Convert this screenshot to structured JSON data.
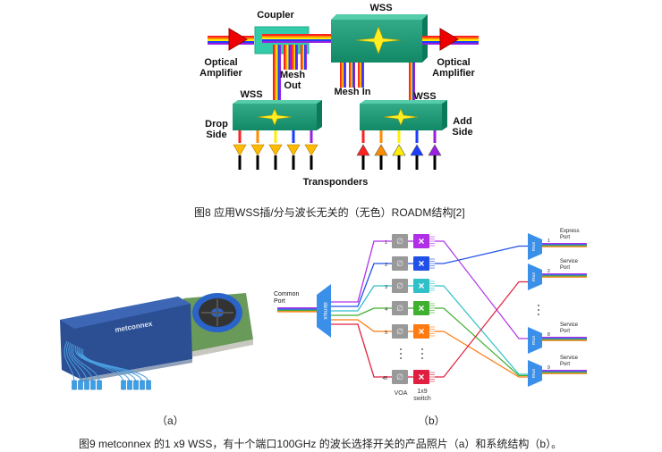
{
  "fig8": {
    "labels": {
      "coupler": "Coupler",
      "wss_top": "WSS",
      "amp_left": "Optical Amplifier",
      "amp_right": "Optical Amplifier",
      "mesh_out": "Mesh Out",
      "mesh_in": "Mesh In",
      "wss_drop": "WSS",
      "wss_add": "WSS",
      "drop_side": "Drop Side",
      "add_side": "Add Side",
      "transponders": "Transponders"
    },
    "channel_colors": [
      "#ff2020",
      "#ff8c00",
      "#ffee00",
      "#1a3cff",
      "#9a20e0"
    ],
    "caption": "图8  应用WSS插/分与波长无关的（无色）ROADM结构[2]"
  },
  "fig9a": {
    "brand": "metconnex",
    "sublabel": "（a）"
  },
  "fig9b": {
    "common_port": "Common Port",
    "demux": "demux",
    "mux": "mux",
    "channels": [
      {
        "num": "1",
        "color": "#b030e8"
      },
      {
        "num": "2",
        "color": "#2050e8"
      },
      {
        "num": "3",
        "color": "#30c0c8"
      },
      {
        "num": "4",
        "color": "#40b030"
      },
      {
        "num": "5",
        "color": "#ff7a10"
      },
      {
        "num": "45",
        "color": "#e02040"
      }
    ],
    "ports": [
      {
        "num": "1",
        "label": "Express Port"
      },
      {
        "num": "2",
        "label": "Service Port"
      },
      {
        "num": "8",
        "label": "Service Port"
      },
      {
        "num": "9",
        "label": "Service Port"
      }
    ],
    "voa_label": "VOA",
    "switch_label": "1x9 switch",
    "sublabel": "（b）"
  },
  "fig9_caption": "图9 metconnex  的1 x9 WSS，有十个端口100GHz  的波长选择开关的产品照片（a）和系统结构（b）。"
}
